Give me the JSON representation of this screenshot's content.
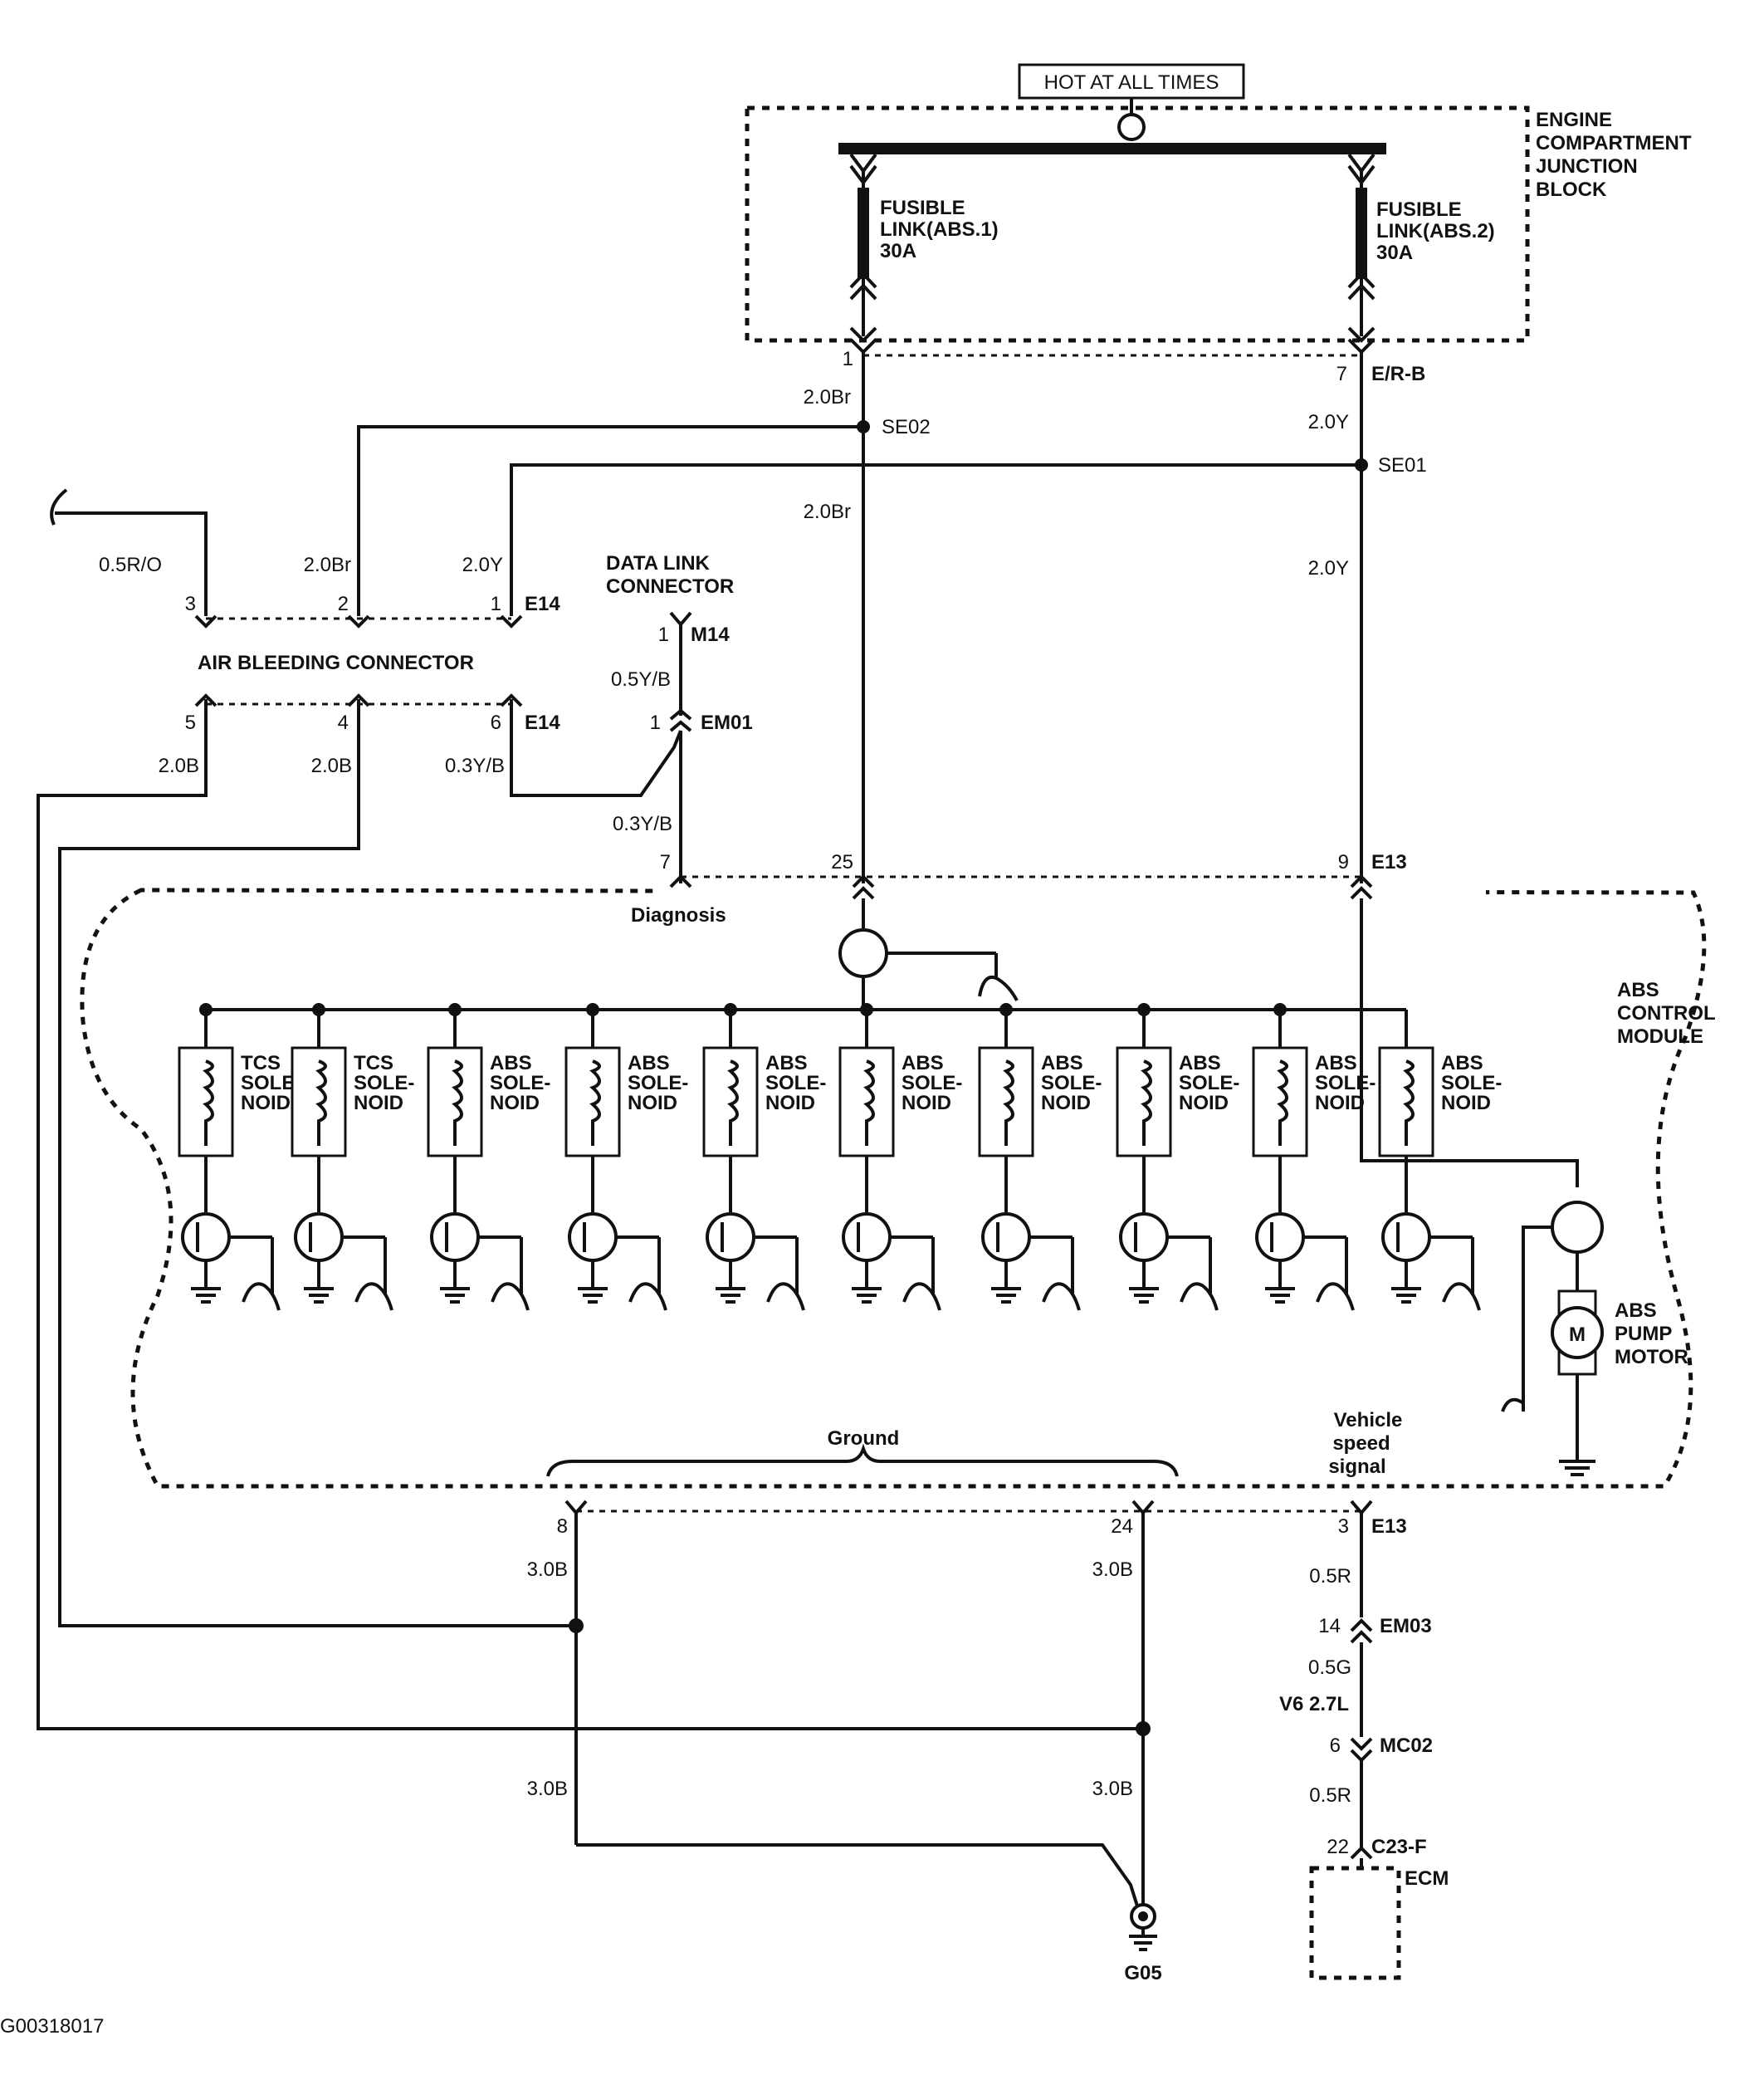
{
  "power": {
    "hot_label": "HOT AT ALL TIMES"
  },
  "junction_block": {
    "label": [
      "ENGINE",
      "COMPARTMENT",
      "JUNCTION",
      "BLOCK"
    ]
  },
  "fusible_links": [
    {
      "lines": [
        "FUSIBLE",
        "LINK(ABS.1)",
        "30A"
      ]
    },
    {
      "lines": [
        "FUSIBLE",
        "LINK(ABS.2)",
        "30A"
      ]
    }
  ],
  "pins": {
    "jb_left": "1",
    "jb_right": "7",
    "jb_connector": "E/R-B",
    "abc_top": [
      "3",
      "2",
      "1"
    ],
    "abc_top_conn": "E14",
    "abc_bottom": [
      "5",
      "4",
      "6"
    ],
    "abc_bottom_conn": "E14",
    "dlc_pin": "1",
    "dlc_conn": "M14",
    "em01_pin": "1",
    "em01_conn": "EM01",
    "mod_top": [
      "7",
      "25",
      "9"
    ],
    "mod_top_conn": "E13",
    "mod_bottom": [
      "8",
      "24",
      "3"
    ],
    "mod_bottom_conn": "E13",
    "em03_pin": "14",
    "em03_conn": "EM03",
    "mc02_pin": "6",
    "mc02_conn": "MC02",
    "c23_pin": "22",
    "c23_conn": "C23-F"
  },
  "splices": {
    "se02": "SE02",
    "se01": "SE01"
  },
  "wires": {
    "br_top": "2.0Br",
    "y_top": "2.0Y",
    "br_mid": "2.0Br",
    "y_mid": "2.0Y",
    "ro": "0.5R/O",
    "br_abc": "2.0Br",
    "y_abc": "2.0Y",
    "yb_dlc": "0.5Y/B",
    "b5": "2.0B",
    "b4": "2.0B",
    "yb6": "0.3Y/B",
    "yb7": "0.3Y/B",
    "g8_top": "3.0B",
    "g24_top": "3.0B",
    "g8_bot": "3.0B",
    "g24_bot": "3.0B",
    "r1": "0.5R",
    "g": "0.5G",
    "r2": "0.5R"
  },
  "connector_labels": {
    "air_bleeding": "AIR BLEEDING CONNECTOR",
    "data_link": [
      "DATA LINK",
      "CONNECTOR"
    ]
  },
  "module": {
    "label": [
      "ABS",
      "CONTROL",
      "MODULE"
    ],
    "diagnosis": "Diagnosis",
    "ground": "Ground",
    "vss": [
      "Vehicle",
      "speed",
      "signal"
    ],
    "pump": [
      "ABS",
      "PUMP",
      "MOTOR"
    ],
    "motor_symbol": "M"
  },
  "solenoids": [
    {
      "lines": [
        "TCS",
        "SOLE-",
        "NOID"
      ]
    },
    {
      "lines": [
        "TCS",
        "SOLE-",
        "NOID"
      ]
    },
    {
      "lines": [
        "ABS",
        "SOLE-",
        "NOID"
      ]
    },
    {
      "lines": [
        "ABS",
        "SOLE-",
        "NOID"
      ]
    },
    {
      "lines": [
        "ABS",
        "SOLE-",
        "NOID"
      ]
    },
    {
      "lines": [
        "ABS",
        "SOLE-",
        "NOID"
      ]
    },
    {
      "lines": [
        "ABS",
        "SOLE-",
        "NOID"
      ]
    },
    {
      "lines": [
        "ABS",
        "SOLE-",
        "NOID"
      ]
    },
    {
      "lines": [
        "ABS",
        "SOLE-",
        "NOID"
      ]
    },
    {
      "lines": [
        "ABS",
        "SOLE-",
        "NOID"
      ]
    }
  ],
  "engine": "V6 2.7L",
  "ground_point": "G05",
  "ecm": "ECM",
  "figure_id": "G00318017"
}
